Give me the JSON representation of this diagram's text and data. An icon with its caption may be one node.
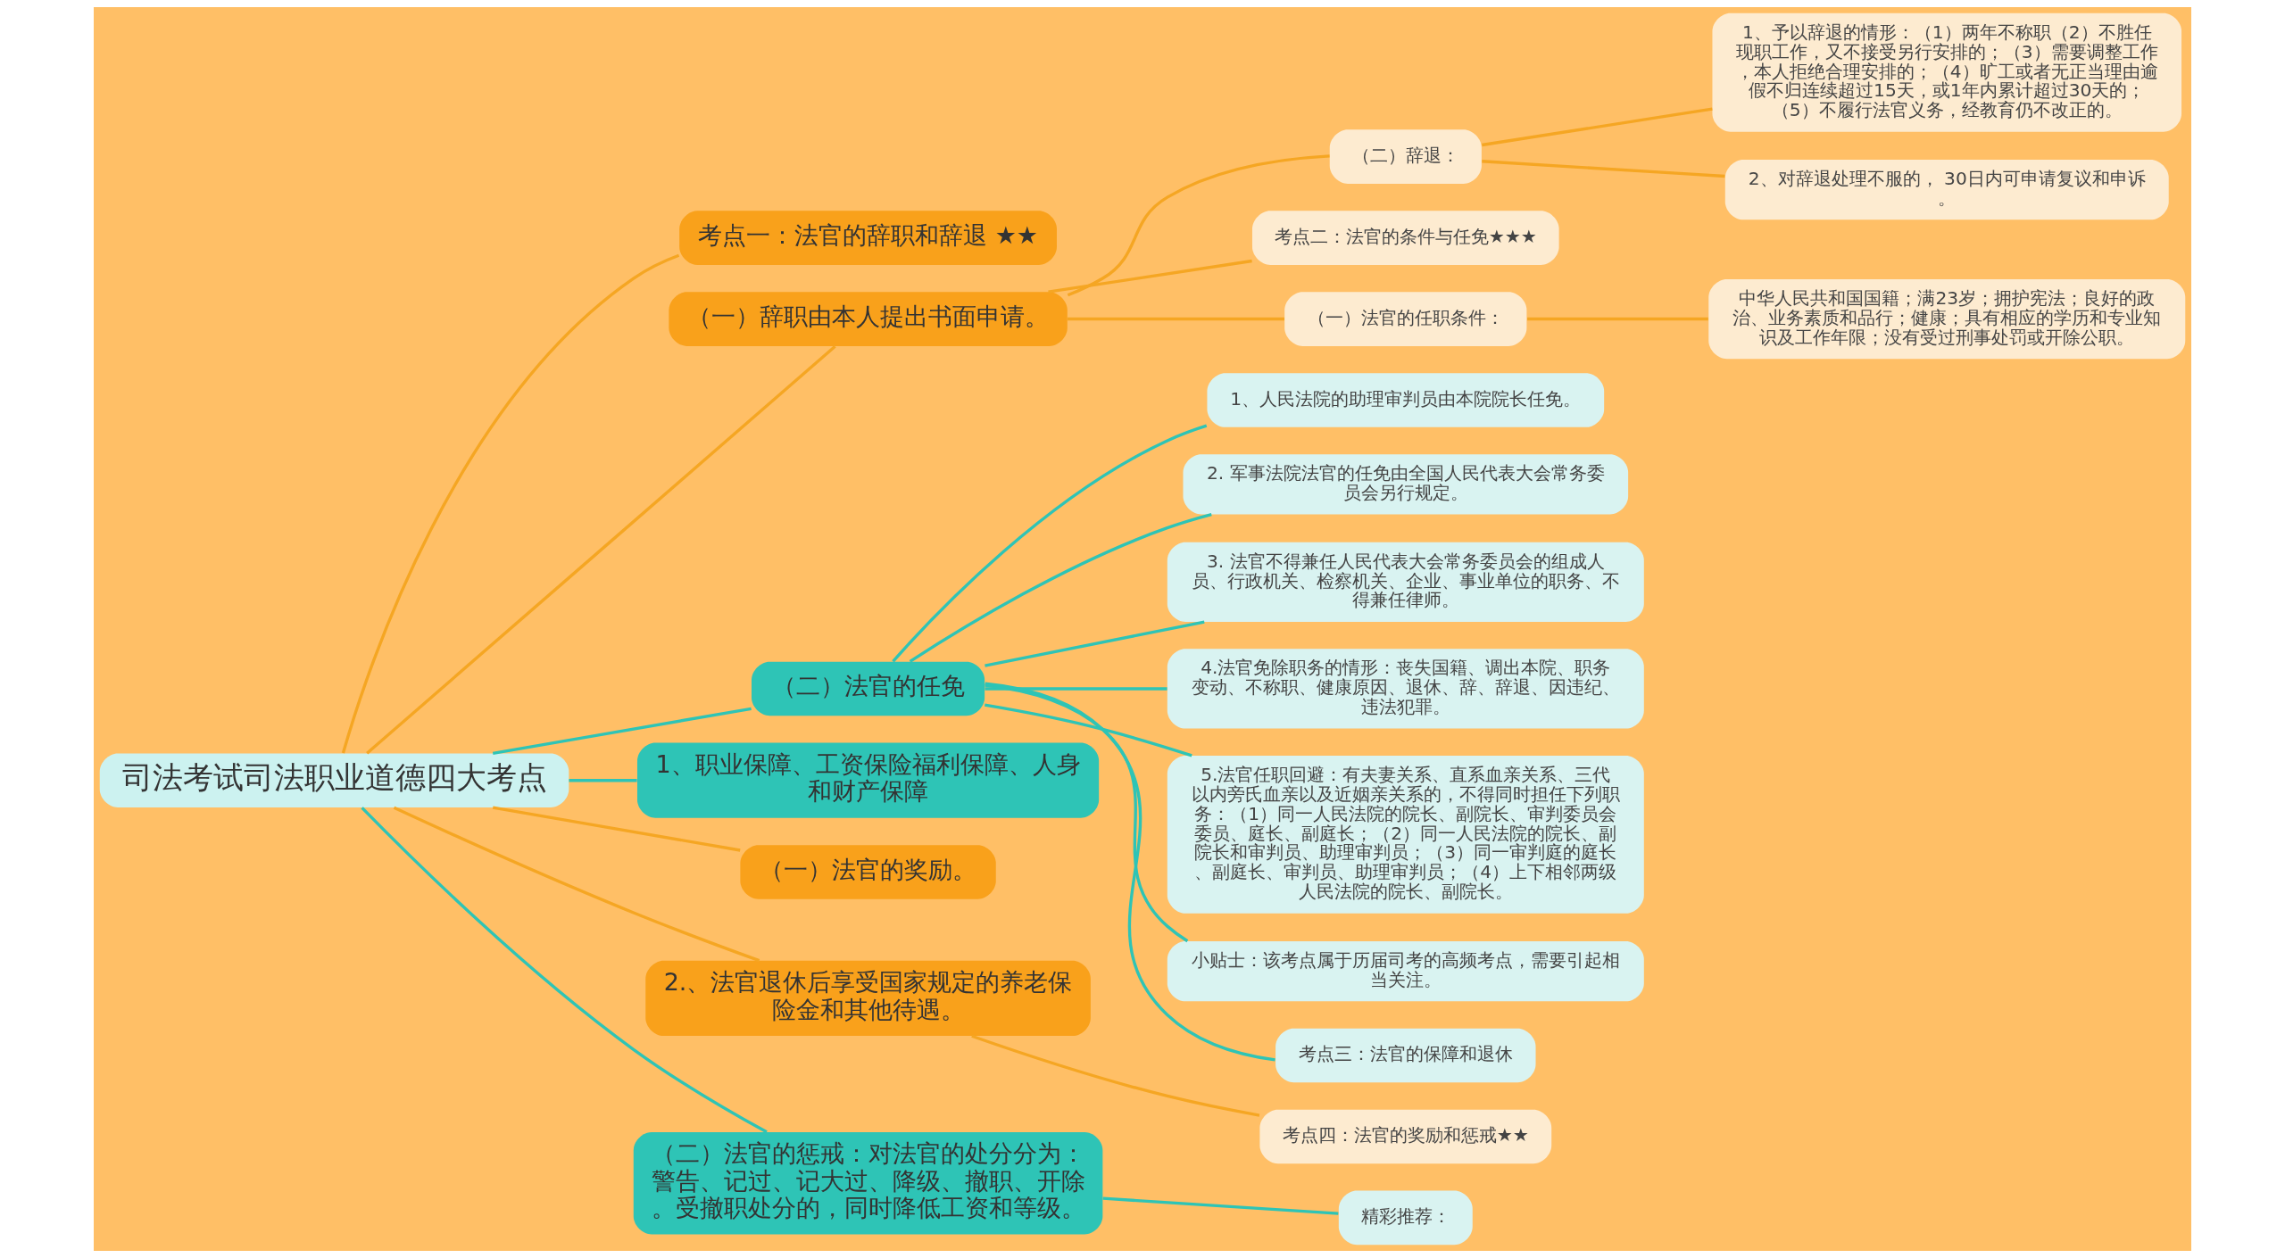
{
  "diagram": {
    "nodes": [
      {
        "text": [
          "司法考试司法职业道德四大考点"
        ]
      },
      {
        "text": [
          "考点一：法官的辞职和辞退 ★★"
        ]
      },
      {
        "text": [
          "（一）辞职由本人提出书面申请。"
        ]
      },
      {
        "text": [
          "（二）辞退："
        ]
      },
      {
        "text": [
          "1、予以辞退的情形：（1）两年不称职（2）不胜任现职工作，又不接受另行安排的；（3）需要调整工作，本人拒绝合理安排的；（4）旷工或者无正当理由逾假不归连续超过15天，或1年内累计超过30天的；（5）不履行法官义务，经教育仍不改正的。"
        ]
      },
      {
        "text": [
          "2、对辞退处理不服的， 30日内可申请复议和申诉。"
        ]
      },
      {
        "text": [
          "考点二：法官的条件与任免★★★"
        ]
      },
      {
        "text": [
          "（一）法官的任职条件："
        ]
      },
      {
        "text": [
          "中华人民共和国国籍；满23岁；拥护宪法；良好的政治、业务素质和品行；健康；具有相应的学历和专业知识及工作年限；没有受过刑事处罚或开除公职。"
        ]
      },
      {
        "text": [
          "（二）法官的任免"
        ]
      },
      {
        "text": [
          "1、人民法院的助理审判员由本院院长任免。"
        ]
      },
      {
        "text": [
          "2. 军事法院法官的任免由全国人民代表大会常务委员会另行规定。"
        ]
      },
      {
        "text": [
          "3. 法官不得兼任人民代表大会常务委员会的组成人员、行政机关、检察机关、企业、事业单位的职务、不得兼任律师。"
        ]
      },
      {
        "text": [
          "4.法官免除职务的情形：丧失国籍、调出本院、职务变动、不称职、健康原因、退休、辞、辞退、因违纪、违法犯罪。"
        ]
      },
      {
        "text": [
          "5.法官任职回避：有夫妻关系、直系血亲关系、三代以内旁氏血亲以及近姻亲关系的，不得同时担任下列职务：（1）同一人民法院的院长、副院长、审判委员会委员、庭长、副庭长；（2）同一人民法院的院长、副院长和审判员、助理审判员；（3）同一审判庭的庭长、副庭长、审判员、助理审判员；（4）上下相邻两级人民法院的院长、副院长。"
        ]
      },
      {
        "text": [
          "小贴士：该考点属于历届司考的高频考点，需要引起相当关注。"
        ]
      },
      {
        "text": [
          "考点三：法官的保障和退休"
        ]
      },
      {
        "text": [
          "1、职业保障、工资保险福利保障、人身和财产保障"
        ]
      },
      {
        "text": [
          "（一）法官的奖励。"
        ]
      },
      {
        "text": [
          "2.、法官退休后享受国家规定的养老保险金和其他待遇。"
        ]
      },
      {
        "text": [
          "考点四：法官的奖励和惩戒★★"
        ]
      },
      {
        "text": [
          "（二）法官的惩戒：对法官的处分分为：警告、记过、记大过、降级、撤职、开除。受撤职处分的，同时降低工资和等级。"
        ]
      },
      {
        "text": [
          "精彩推荐："
        ]
      }
    ],
    "edges": [
      {
        "from": 0,
        "to": 1,
        "arrow": "none"
      },
      {
        "from": 0,
        "to": 2,
        "arrow": "none"
      },
      {
        "from": 2,
        "to": 3,
        "arrow": "none"
      },
      {
        "from": 3,
        "to": 4,
        "arrow": "none"
      },
      {
        "from": 3,
        "to": 5,
        "arrow": "none"
      },
      {
        "from": 2,
        "to": 6,
        "arrow": "none"
      },
      {
        "from": 2,
        "to": 7,
        "arrow": "none"
      },
      {
        "from": 7,
        "to": 8,
        "arrow": "none"
      },
      {
        "from": 0,
        "to": 9,
        "arrow": "none",
        "color": "#2ec4b6"
      },
      {
        "from": 9,
        "to": 10,
        "arrow": "none",
        "color": "#2ec4b6"
      },
      {
        "from": 9,
        "to": 11,
        "arrow": "none",
        "color": "#2ec4b6"
      },
      {
        "from": 9,
        "to": 12,
        "arrow": "none",
        "color": "#2ec4b6"
      },
      {
        "from": 9,
        "to": 13,
        "arrow": "none",
        "color": "#2ec4b6"
      },
      {
        "from": 9,
        "to": 14,
        "arrow": "none",
        "color": "#2ec4b6"
      },
      {
        "from": 9,
        "to": 15,
        "arrow": "none",
        "color": "#2ec4b6"
      },
      {
        "from": 9,
        "to": 16,
        "arrow": "none",
        "color": "#2ec4b6"
      },
      {
        "from": 0,
        "to": 17,
        "arrow": "none",
        "color": "#2ec4b6"
      },
      {
        "from": 0,
        "to": 18,
        "arrow": "none"
      },
      {
        "from": 0,
        "to": 19,
        "arrow": "none"
      },
      {
        "from": 19,
        "to": 20,
        "arrow": "none"
      },
      {
        "from": 0,
        "to": 21,
        "arrow": "none",
        "color": "#2ec4b6"
      },
      {
        "from": 21,
        "to": 22,
        "arrow": "none",
        "color": "#2ec4b6"
      }
    ]
  }
}
